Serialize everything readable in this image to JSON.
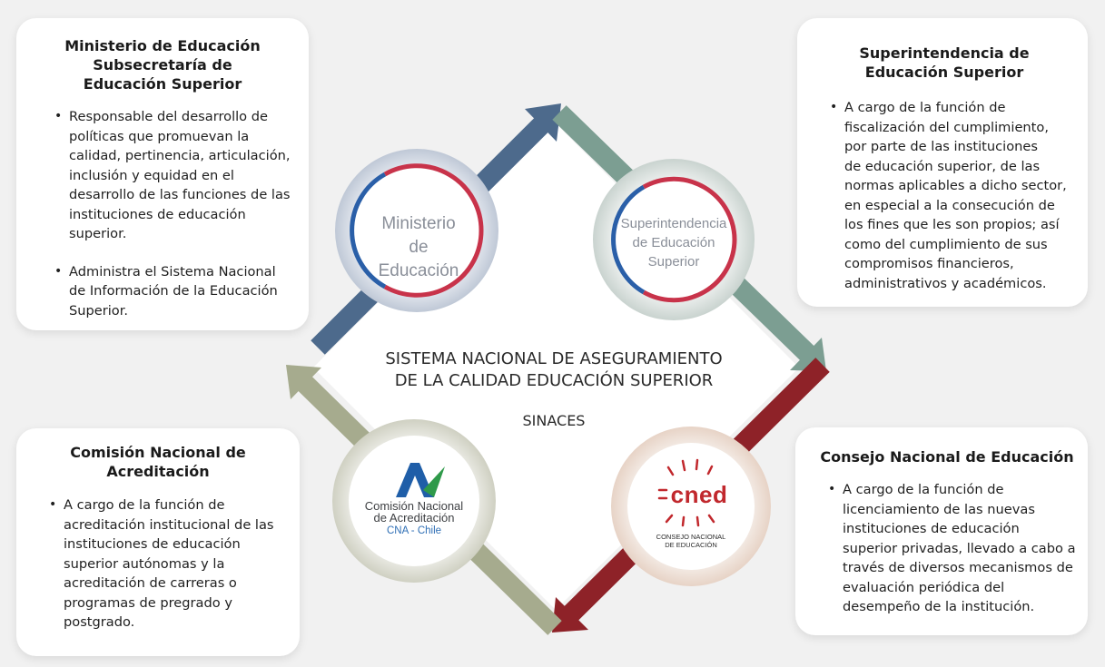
{
  "cards": {
    "ministerio": {
      "title": "Ministerio de Educación\nSubsecretaría de\nEducación Superior",
      "items": [
        "Responsable del desarrollo de\npolíticas que promuevan la\ncalidad, pertinencia, articulación,\ninclusión y equidad en el\ndesarrollo de las funciones de las\ninstituciones de educación\nsuperior.",
        "Administra el Sistema Nacional\nde Información de la Educación\nSuperior."
      ]
    },
    "superintendencia": {
      "title": "Superintendencia de\nEducación Superior",
      "items": [
        "A cargo de la función de\nfiscalización del cumplimiento,\npor parte de las instituciones\nde educación superior, de las\nnormas aplicables a dicho sector,\nen especial a la consecución de\nlos fines que les son propios; así\ncomo del cumplimiento de sus\ncompromisos financieros,\nadministrativos y académicos."
      ]
    },
    "cna": {
      "title": "Comisión Nacional de\nAcreditación",
      "items": [
        "A cargo de la función de\nacreditación institucional de las\ninstituciones de educación\nsuperior autónomas y la\nacreditación de carreras o\nprogramas de pregrado y\npostgrado."
      ]
    },
    "cned": {
      "title": "Consejo Nacional de Educación",
      "items": [
        "A cargo de la función de\nlicenciamiento de las nuevas\ninstituciones de educación\nsuperior privadas, llevado a cabo a\ntravés de diversos mecanismos de\nevaluación periódica del\ndesempeño de la institución."
      ]
    }
  },
  "center": {
    "title": "SISTEMA NACIONAL DE ASEGURAMIENTO\nDE LA CALIDAD EDUCACIÓN SUPERIOR",
    "acronym": "SINACES"
  },
  "circles": {
    "ministerio": "Ministerio\nde Educación",
    "superintendencia": "Superintendencia\nde Educación\nSuperior",
    "cna": {
      "name": "Comisión Nacional\nde Acreditación",
      "sub": "CNA - Chile"
    },
    "cned": {
      "logo": "cned",
      "name": "CONSEJO NACIONAL\nDE EDUCACIÓN"
    }
  },
  "colors": {
    "arrow_blue": "#4d6a8c",
    "arrow_teal": "#7c9e92",
    "arrow_red": "#8e2228",
    "arrow_olive": "#a6ab8e",
    "ring_red": "#c8334a",
    "ring_blue": "#2a5fa8",
    "cna_blue": "#1f5ea8",
    "cna_green": "#2f9a4a"
  }
}
